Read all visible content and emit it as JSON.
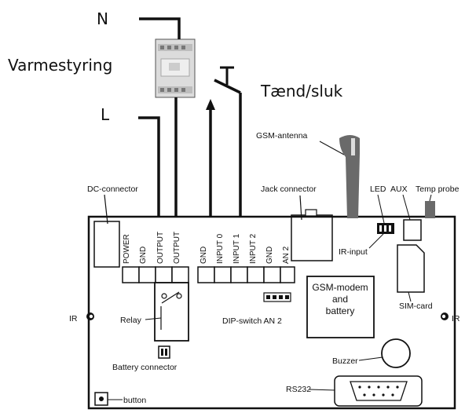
{
  "title_left": "Varmestyring",
  "wires": {
    "n_label": "N",
    "l_label": "L"
  },
  "switch_label": "Tænd/sluk",
  "board": {
    "dc_connector": "DC-connector",
    "jack_connector": "Jack connector",
    "gsm_antenna": "GSM-antenna",
    "led": "LED",
    "aux": "AUX",
    "temp_probe": "Temp probe",
    "ir_input": "IR-input",
    "left_terminals": [
      "POWER",
      "GND",
      "OUTPUT",
      "OUTPUT"
    ],
    "right_terminals": [
      "GND",
      "INPUT 0",
      "INPUT 1",
      "INPUT 2",
      "GND",
      "AN 2"
    ],
    "gsm_module": [
      "GSM-modem",
      "and",
      "battery"
    ],
    "sim_card": "SIM-card",
    "relay": "Relay",
    "dip_switch": "DIP-switch AN 2",
    "ir_left": "IR",
    "ir_right": "IR",
    "battery_connector": "Battery connector",
    "buzzer": "Buzzer",
    "rs232": "RS232",
    "button": "button"
  },
  "colors": {
    "board_fill": "#ffffff",
    "line": "#111111",
    "antenna": "#6a6a6a",
    "contactor": "#d8d8d8"
  }
}
